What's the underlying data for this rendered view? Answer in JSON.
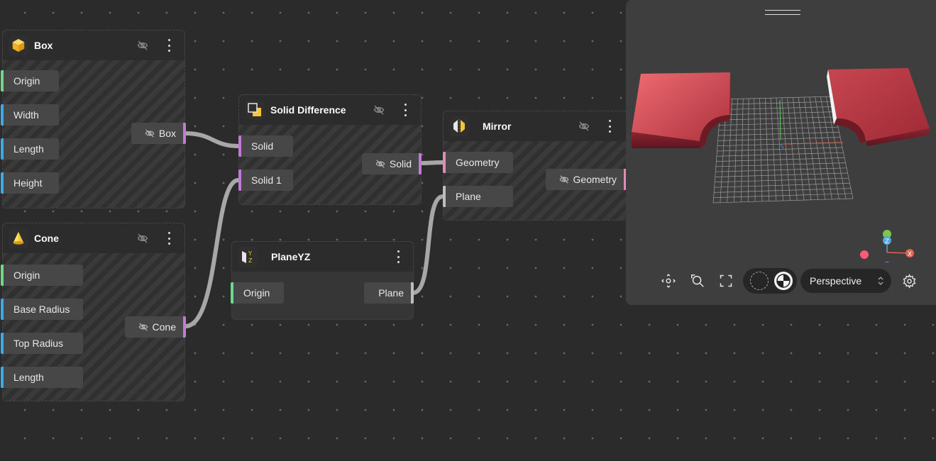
{
  "nodes": {
    "box": {
      "title": "Box",
      "inputs": [
        "Origin",
        "Width",
        "Length",
        "Height"
      ],
      "output": "Box"
    },
    "cone": {
      "title": "Cone",
      "inputs": [
        "Origin",
        "Base Radius",
        "Top Radius",
        "Length"
      ],
      "output": "Cone"
    },
    "solid_difference": {
      "title": "Solid Difference",
      "inputs": [
        "Solid",
        "Solid 1"
      ],
      "output": "Solid"
    },
    "plane_yz": {
      "title": "PlaneYZ",
      "input": "Origin",
      "output": "Plane"
    },
    "mirror": {
      "title": "Mirror",
      "inputs": [
        "Geometry",
        "Plane"
      ],
      "output": "Geometry"
    }
  },
  "viewer": {
    "gizmo": {
      "x": "X",
      "z": "Z"
    },
    "camera_mode": "Perspective",
    "tools": [
      "orbit-icon",
      "zoom-fit-icon",
      "fullscreen-icon",
      "shaded-mode-icon",
      "wireframe-mode-icon",
      "settings-icon"
    ]
  },
  "colors": {
    "canvas": "#2b2b2b",
    "port_number": "#3fa9e8",
    "port_vector": "#6fd98a",
    "port_geometry": "#c17ad6",
    "port_plane": "#bdbdbd",
    "port_geometry_out": "#e48bb5",
    "solid_red": "#c9454f",
    "icon_yellow": "#f5c533"
  }
}
